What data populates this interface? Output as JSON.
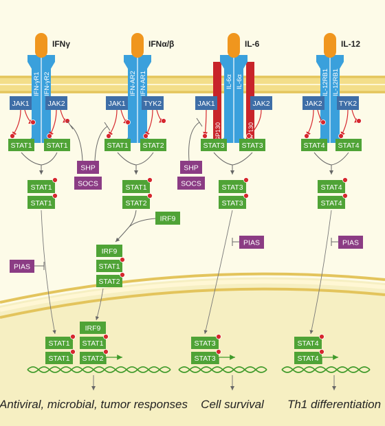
{
  "ligands": [
    "IFNγ",
    "IFNα/β",
    "IL-6",
    "IL-12"
  ],
  "receptors": {
    "ifng": [
      "IFN-γR1",
      "IFN-γR2"
    ],
    "ifnab": [
      "IFN-AR2",
      "IFN-AR1"
    ],
    "il6": [
      "IL-6α",
      "IL-6α"
    ],
    "il12": [
      "IL-12RB1",
      "IL-12RB1"
    ]
  },
  "gp130": "GP130",
  "kinases": {
    "ifng": [
      "JAK1",
      "JAK2"
    ],
    "ifnab": [
      "JAK1",
      "TYK2"
    ],
    "il6": [
      "JAK1",
      "JAK2"
    ],
    "il12": [
      "JAK2",
      "TYK2"
    ]
  },
  "docked_stats": {
    "ifng": [
      "STAT1",
      "STAT1"
    ],
    "ifnab": [
      "STAT1",
      "STAT2"
    ],
    "il6": [
      "STAT3",
      "STAT3"
    ],
    "il12": [
      "STAT4",
      "STAT4"
    ]
  },
  "dimers": {
    "ifng": [
      "STAT1",
      "STAT1"
    ],
    "ifnab": [
      "STAT1",
      "STAT2"
    ],
    "il6": [
      "STAT3",
      "STAT3"
    ],
    "il12": [
      "STAT4",
      "STAT4"
    ]
  },
  "inhibitors": {
    "shp": "SHP",
    "socs": "SOCS",
    "pias": "PIAS"
  },
  "irf9": "IRF9",
  "isgf3": [
    "IRF9",
    "STAT1",
    "STAT2"
  ],
  "nuclear": {
    "ifng": [
      "STAT1",
      "STAT1"
    ],
    "isgf3": [
      "IRF9",
      "STAT1",
      "STAT2"
    ],
    "il6": [
      "STAT3",
      "STAT3"
    ],
    "il12": [
      "STAT4",
      "STAT4"
    ]
  },
  "outcomes": [
    "Antiviral, microbial, tumor responses",
    "Cell survival",
    "Th1 differentiation"
  ],
  "colors": {
    "background": "#fdfbe8",
    "membrane": "#f3de8a",
    "nuclear_area": "#f6efc2",
    "receptor": "#3aa0dc",
    "ligand": "#f0961e",
    "gp130": "#c8242a",
    "kinase": "#3e6ea7",
    "stat": "#4fa336",
    "inhibitor": "#8b3c84",
    "phospho": "#d6272d",
    "dna": "#3f9a2a"
  }
}
